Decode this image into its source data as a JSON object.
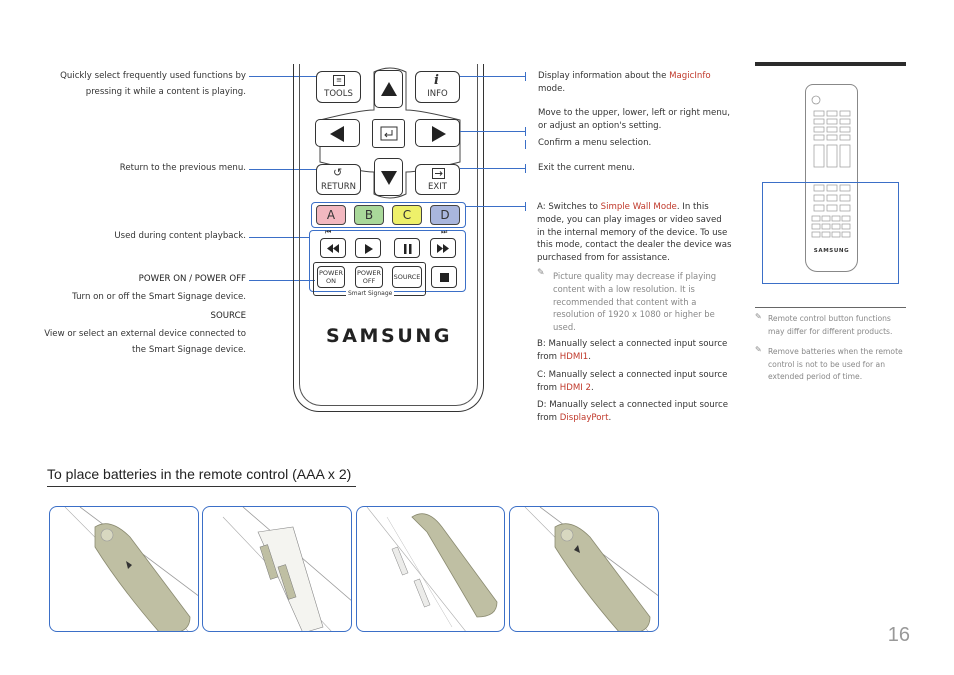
{
  "left_labels": {
    "tools_desc_1": "Quickly select frequently used functions by",
    "tools_desc_2": "pressing it while a content is playing.",
    "return_desc": "Return to the previous menu.",
    "playback_desc": "Used during content playback.",
    "power_title": "POWER ON / POWER OFF",
    "power_desc": "Turn on or off the Smart Signage device.",
    "source_title": "SOURCE",
    "source_desc_1": "View or select an external device connected to",
    "source_desc_2": "the Smart Signage device."
  },
  "remote": {
    "tools_label": "TOOLS",
    "info_label": "INFO",
    "return_label": "RETURN",
    "exit_label": "EXIT",
    "color_a": "A",
    "color_b": "B",
    "color_c": "C",
    "color_d": "D",
    "power_on_1": "POWER",
    "power_on_2": "ON",
    "power_off_1": "POWER",
    "power_off_2": "OFF",
    "source_label": "SOURCE",
    "smart_signage": "Smart Signage",
    "brand": "SAMSUNG",
    "colors": {
      "a": "#f2b8c0",
      "b": "#a9d89a",
      "c": "#eef06a",
      "d": "#a9b6dd"
    }
  },
  "right_labels": {
    "info_desc_pre": "Display information about the",
    "info_desc_accent": "MagicInfo",
    "info_desc_post": "mode.",
    "nav_desc_1": "Move to the upper, lower, left or right menu,",
    "nav_desc_2": "or adjust an option's setting.",
    "confirm_desc": "Confirm a menu selection.",
    "exit_desc": "Exit the current menu.",
    "a_pre": "A: Switches to",
    "a_accent": "Simple Wall Mode",
    "a_post": ". In this",
    "a_line2": "mode, you can play images or video saved",
    "a_line3": "in the internal memory of the device. To use",
    "a_line4": "this mode, contact the dealer the device was",
    "a_line5": "purchased from for assistance.",
    "pic_note_1": "Picture quality may decrease if playing",
    "pic_note_2": "content with a low resolution. It is",
    "pic_note_3": "recommended that content with a",
    "pic_note_4": "resolution of 1920 x 1080 or higher be",
    "pic_note_5": "used.",
    "b_pre": "B: Manually select a connected input source",
    "b_from": "from",
    "b_accent": "HDMI1",
    "c_pre": "C: Manually select a connected input source",
    "c_from": "from",
    "c_accent": "HDMI 2",
    "d_pre": "D: Manually select a connected input source",
    "d_from": "from",
    "d_accent": "DisplayPort"
  },
  "sidebar": {
    "brand": "SAMSUNG",
    "note1_1": "Remote control button functions",
    "note1_2": "may differ for different products.",
    "note2_1": "Remove batteries when the remote",
    "note2_2": "control is not to be used for an",
    "note2_3": "extended period of time."
  },
  "battery_section": {
    "heading": "To place batteries in the remote control (AAA x 2)"
  },
  "page_number": "16",
  "accent_color": "#c0392b",
  "line_color": "#3b6fc7"
}
